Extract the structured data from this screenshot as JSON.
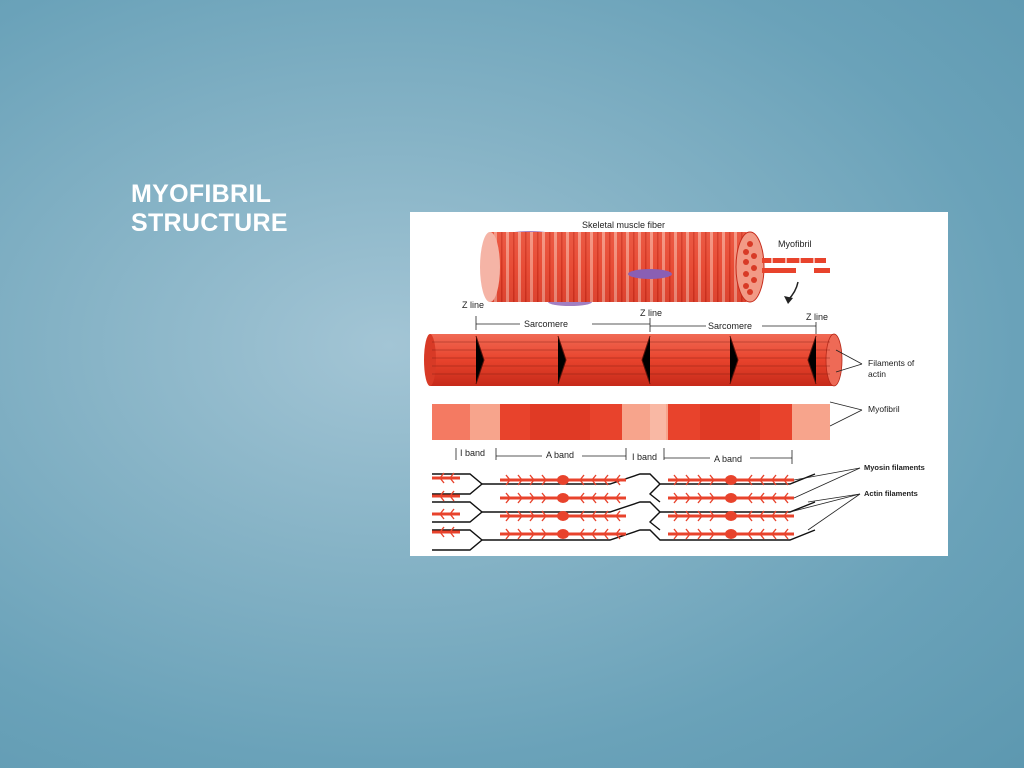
{
  "slide": {
    "title_line1": "MYOFIBRIL",
    "title_line2": "STRUCTURE"
  },
  "diagram": {
    "labels": {
      "skeletal_muscle_fiber": "Skeletal muscle fiber",
      "myofibril_top": "Myofibril",
      "z_line_left": "Z line",
      "z_line_mid": "Z line",
      "z_line_right": "Z line",
      "sarcomere_left": "Sarcomere",
      "sarcomere_right": "Sarcomere",
      "filaments_of_actin_1": "Filaments of",
      "filaments_of_actin_2": "actin",
      "myofibril_mid": "Myofibril",
      "i_band_left": "I band",
      "a_band_left": "A band",
      "i_band_mid": "I band",
      "a_band_right": "A band",
      "myosin_filaments": "Myosin filaments",
      "actin_filaments": "Actin filaments"
    },
    "colors": {
      "muscle_red": "#e8432c",
      "muscle_dark": "#c62a1a",
      "muscle_light": "#f7a48c",
      "nucleus_purple": "#8a5fb3"
    }
  }
}
